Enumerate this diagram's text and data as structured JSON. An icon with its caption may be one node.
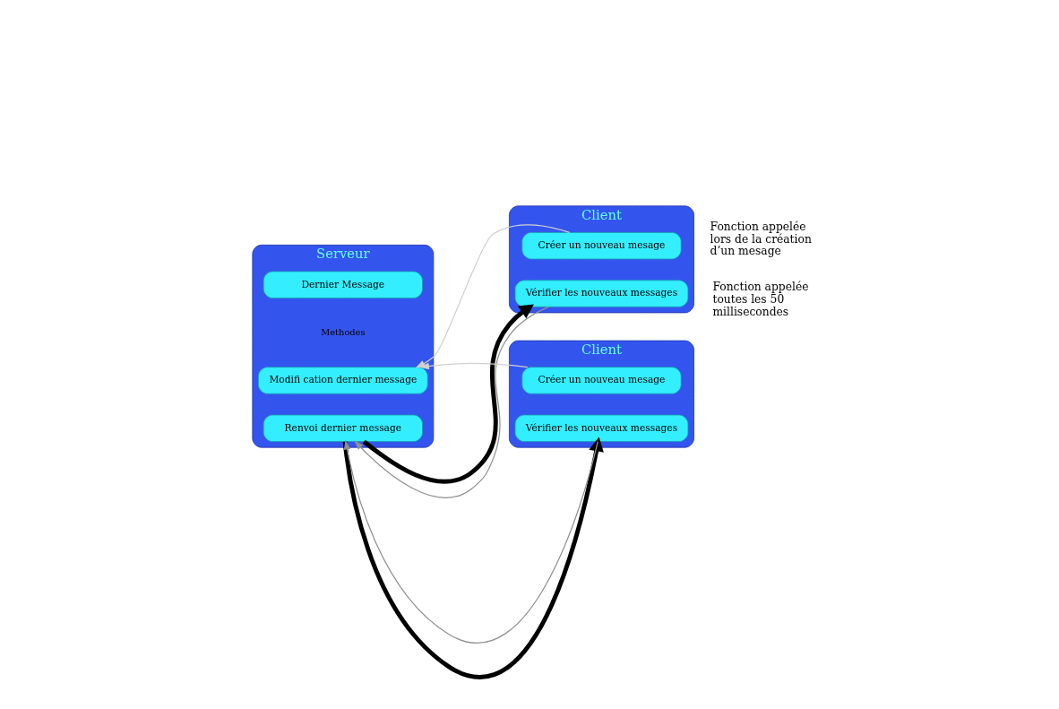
{
  "diagram": {
    "nodes": [
      {
        "text": [
          "Serveur"
        ]
      },
      {
        "text": [
          "Dernier Message"
        ],
        "in": 0
      },
      {
        "text": [
          "Renvoi dernier message"
        ],
        "in": 0
      },
      {
        "text": [
          "Modifi cation dernier message"
        ],
        "in": 0
      },
      {
        "text": [
          "Client"
        ]
      },
      {
        "text": [
          "Créer un nouveau mesage"
        ],
        "in": 4,
        "beside": [
          "Fonction appelée lors de la création d’un mesage"
        ]
      },
      {
        "text": [
          "Vérifier les nouveaux messages"
        ],
        "in": 4,
        "beside": [
          "Fonction appelée toutes les 50 millisecondes"
        ]
      },
      {
        "text": [
          "Client"
        ]
      },
      {
        "text": [
          "Créer un nouveau mesage"
        ],
        "in": 7
      },
      {
        "text": [
          "Vérifier les nouveaux messages"
        ],
        "in": 7
      }
    ],
    "edges": [
      {
        "from": 5,
        "to": 3,
        "arrow": "to",
        "color": "#d0d0d0"
      },
      {
        "from": 8,
        "to": 3,
        "arrow": "to",
        "color": "#d0d0d0"
      },
      {
        "from": 6,
        "to": 2,
        "arrow": "to",
        "color": "#909090"
      },
      {
        "from": 9,
        "to": 2,
        "arrow": "to",
        "color": "#909090"
      },
      {
        "from": 2,
        "to": 6,
        "arrow": "to",
        "style": "thick",
        "color": "#000000"
      },
      {
        "from": 2,
        "to": 9,
        "arrow": "to",
        "style": "thick",
        "color": "#000000"
      }
    ],
    "labels": [
      "Methodes"
    ]
  }
}
